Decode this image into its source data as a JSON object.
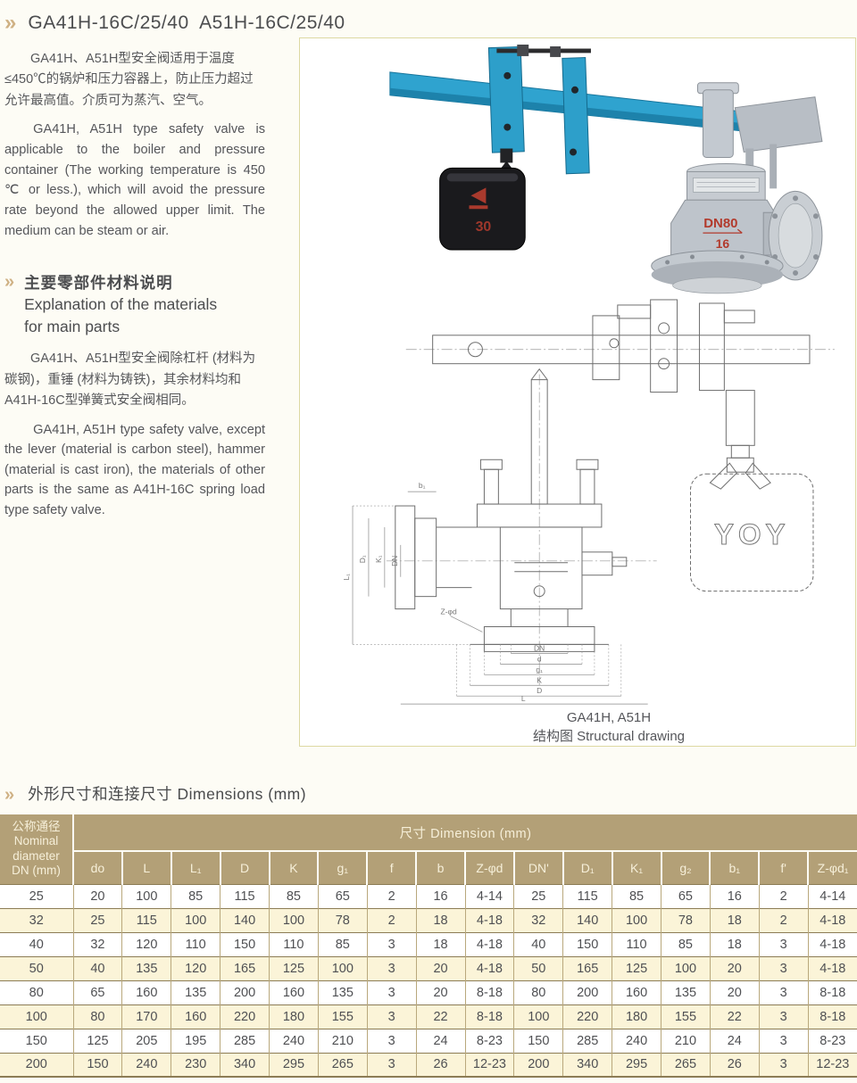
{
  "title": "GA41H-16C/25/40  A51H-16C/25/40",
  "intro": {
    "zh": "GA41H、A51H型安全阀适用于温度≤450℃的锅炉和压力容器上，防止压力超过允许最高值。介质可为蒸汽、空气。",
    "en": "GA41H, A51H type safety valve is applicable to the boiler and pressure container (The working temperature is 450 ℃ or less.), which will avoid the pressure rate beyond the allowed upper limit. The medium can be steam or air."
  },
  "materials": {
    "heading_zh": "主要零部件材料说明",
    "heading_en_line1": "Explanation of the materials",
    "heading_en_line2": "for main parts",
    "zh": "GA41H、A51H型安全阀除杠杆 (材料为碳钢)，重锤 (材料为铸铁)，其余材料均和A41H-16C型弹簧式安全阀相同。",
    "en": "GA41H, A51H type safety valve, except the lever (material is carbon steel), hammer (material is cast iron), the materials of other parts is the same as A41H-16C spring load type safety valve."
  },
  "figure": {
    "photo": {
      "weight_mark": "30",
      "body_mark_line1": "DN80",
      "body_mark_line2": "16"
    },
    "drawing": {
      "weight_mark": "YOY",
      "dim_left": [
        "L₁",
        "D₁",
        "K₁",
        "DN"
      ],
      "dim_b1": "b₁",
      "dim_z": "Z-φd",
      "dim_bottom": [
        "DN",
        "d",
        "g₁",
        "K",
        "D",
        "L"
      ]
    },
    "caption_line1": "GA41H, A51H",
    "caption_line2": "结构图 Structural drawing"
  },
  "dims": {
    "heading": "外形尺寸和连接尺寸 Dimensions (mm)",
    "table": {
      "corner": [
        "公称通径",
        "Nominal",
        "diameter",
        "DN (mm)"
      ],
      "group_header": "尺寸 Dimension (mm)",
      "columns": [
        "do",
        "L",
        "L₁",
        "D",
        "K",
        "g₁",
        "f",
        "b",
        "Z-φd",
        "DN'",
        "D₁",
        "K₁",
        "g₂",
        "b₁",
        "f'",
        "Z-φd₁"
      ],
      "rows": [
        [
          "25",
          "20",
          "100",
          "85",
          "115",
          "85",
          "65",
          "2",
          "16",
          "4-14",
          "25",
          "115",
          "85",
          "65",
          "16",
          "2",
          "4-14"
        ],
        [
          "32",
          "25",
          "115",
          "100",
          "140",
          "100",
          "78",
          "2",
          "18",
          "4-18",
          "32",
          "140",
          "100",
          "78",
          "18",
          "2",
          "4-18"
        ],
        [
          "40",
          "32",
          "120",
          "110",
          "150",
          "110",
          "85",
          "3",
          "18",
          "4-18",
          "40",
          "150",
          "110",
          "85",
          "18",
          "3",
          "4-18"
        ],
        [
          "50",
          "40",
          "135",
          "120",
          "165",
          "125",
          "100",
          "3",
          "20",
          "4-18",
          "50",
          "165",
          "125",
          "100",
          "20",
          "3",
          "4-18"
        ],
        [
          "80",
          "65",
          "160",
          "135",
          "200",
          "160",
          "135",
          "3",
          "20",
          "8-18",
          "80",
          "200",
          "160",
          "135",
          "20",
          "3",
          "8-18"
        ],
        [
          "100",
          "80",
          "170",
          "160",
          "220",
          "180",
          "155",
          "3",
          "22",
          "8-18",
          "100",
          "220",
          "180",
          "155",
          "22",
          "3",
          "8-18"
        ],
        [
          "150",
          "125",
          "205",
          "195",
          "285",
          "240",
          "210",
          "3",
          "24",
          "8-23",
          "150",
          "285",
          "240",
          "210",
          "24",
          "3",
          "8-23"
        ],
        [
          "200",
          "150",
          "240",
          "230",
          "340",
          "295",
          "265",
          "3",
          "26",
          "12-23",
          "200",
          "340",
          "295",
          "265",
          "26",
          "3",
          "12-23"
        ]
      ]
    }
  }
}
